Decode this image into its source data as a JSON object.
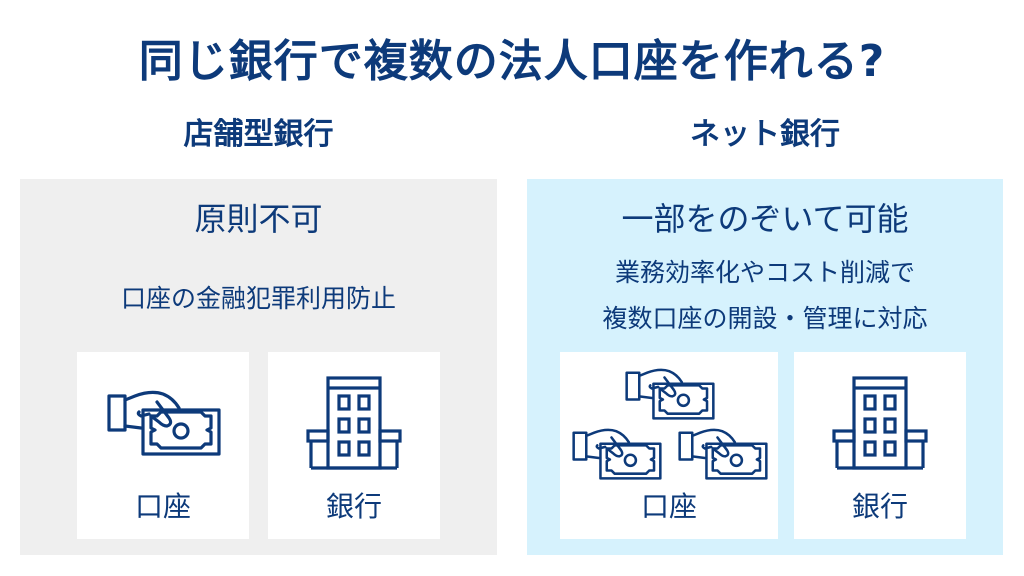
{
  "title": "同じ銀行で複数の法人口座を作れる?",
  "colors": {
    "text": "#0d3a7a",
    "left_panel_bg": "#efefef",
    "right_panel_bg": "#d6f2fd",
    "card_bg": "#ffffff",
    "icon_stroke": "#0d3a7a"
  },
  "left": {
    "heading": "店舗型銀行",
    "panel_title": "原則不可",
    "description_lines": [
      "口座の金融犯罪利用防止"
    ],
    "cards": [
      {
        "icon": "hand-money-icon",
        "label": "口座"
      },
      {
        "icon": "bank-building-icon",
        "label": "銀行"
      }
    ]
  },
  "right": {
    "heading": "ネット銀行",
    "panel_title": "一部をのぞいて可能",
    "description_lines": [
      "業務効率化やコスト削減で",
      "複数口座の開設・管理に対応"
    ],
    "cards": [
      {
        "icon": "multiple-hand-money-icon",
        "label": "口座"
      },
      {
        "icon": "bank-building-icon",
        "label": "銀行"
      }
    ]
  }
}
